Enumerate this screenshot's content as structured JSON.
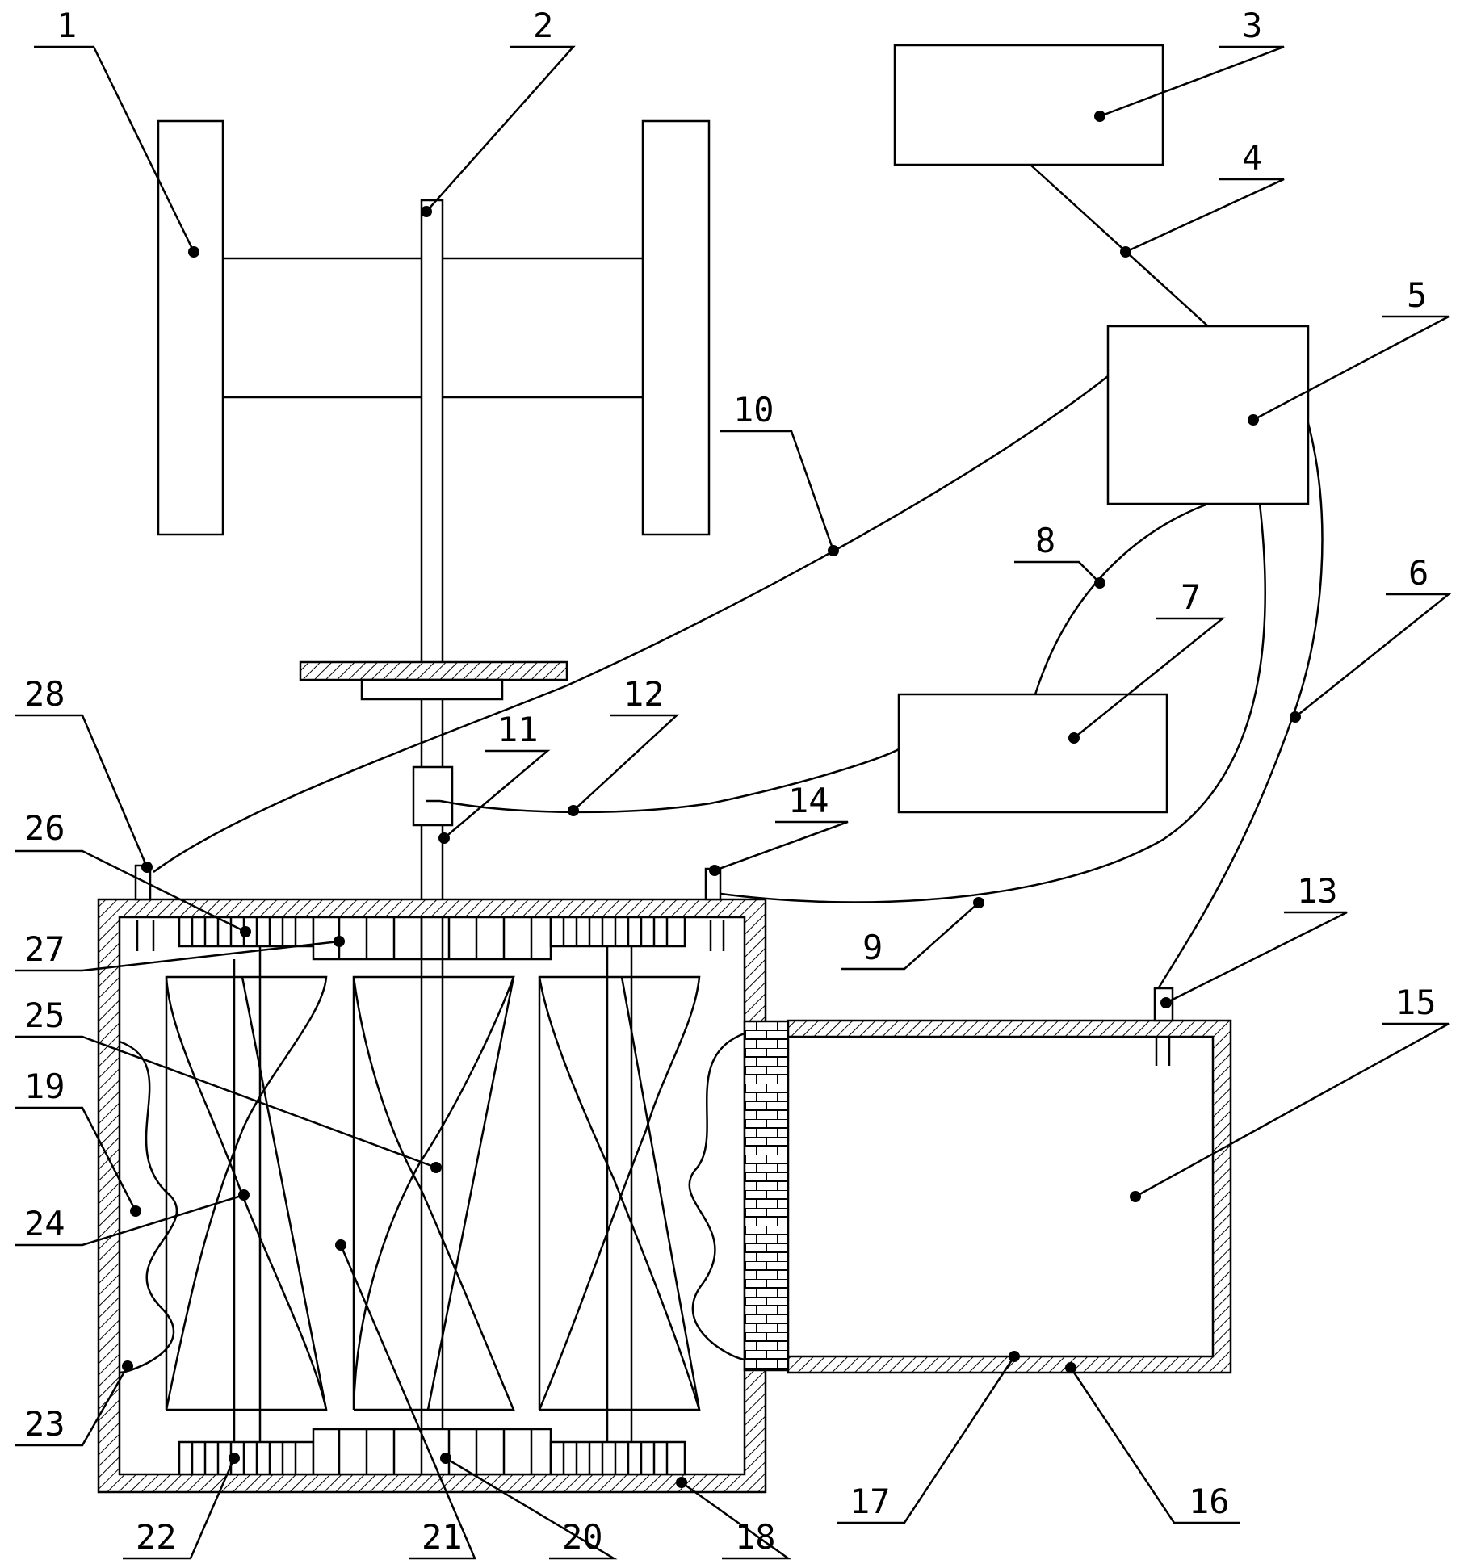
{
  "diagram": {
    "labels": [
      {
        "id": "1",
        "text": "1"
      },
      {
        "id": "2",
        "text": "2"
      },
      {
        "id": "3",
        "text": "3"
      },
      {
        "id": "4",
        "text": "4"
      },
      {
        "id": "5",
        "text": "5"
      },
      {
        "id": "6",
        "text": "6"
      },
      {
        "id": "7",
        "text": "7"
      },
      {
        "id": "8",
        "text": "8"
      },
      {
        "id": "9",
        "text": "9"
      },
      {
        "id": "10",
        "text": "10"
      },
      {
        "id": "11",
        "text": "11"
      },
      {
        "id": "12",
        "text": "12"
      },
      {
        "id": "13",
        "text": "13"
      },
      {
        "id": "14",
        "text": "14"
      },
      {
        "id": "15",
        "text": "15"
      },
      {
        "id": "16",
        "text": "16"
      },
      {
        "id": "17",
        "text": "17"
      },
      {
        "id": "18",
        "text": "18"
      },
      {
        "id": "19",
        "text": "19"
      },
      {
        "id": "20",
        "text": "20"
      },
      {
        "id": "21",
        "text": "21"
      },
      {
        "id": "22",
        "text": "22"
      },
      {
        "id": "23",
        "text": "23"
      },
      {
        "id": "24",
        "text": "24"
      },
      {
        "id": "25",
        "text": "25"
      },
      {
        "id": "26",
        "text": "26"
      },
      {
        "id": "27",
        "text": "27"
      },
      {
        "id": "28",
        "text": "28"
      }
    ]
  }
}
